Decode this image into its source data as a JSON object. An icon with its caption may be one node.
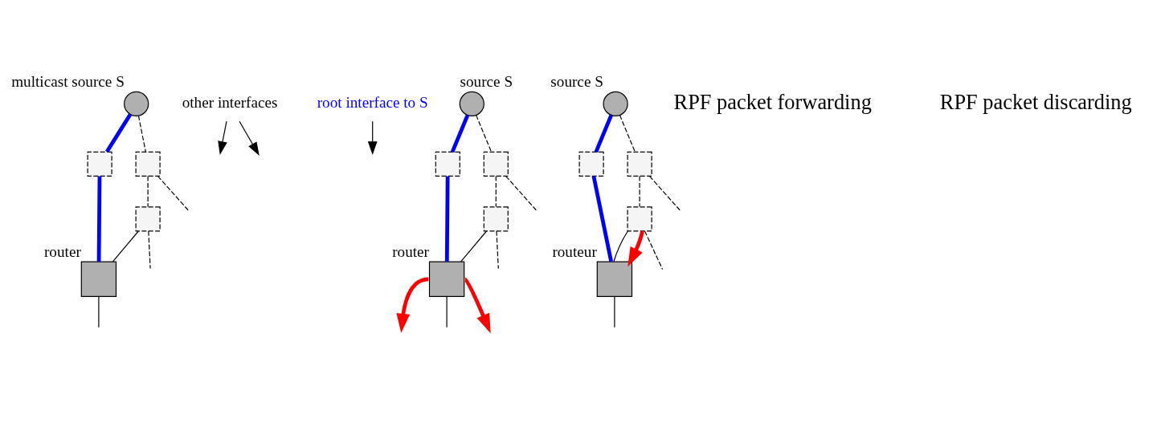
{
  "diagram": {
    "nodes": [
      {
        "text": [],
        "shape": "circle",
        "beside": [
          "multicast source S"
        ]
      },
      {
        "text": [],
        "shape": "box"
      },
      {
        "text": [],
        "shape": "box",
        "beside": [
          "router"
        ]
      },
      {
        "text": [],
        "shape": "box"
      },
      {
        "text": [],
        "shape": "box"
      },
      {
        "text": [
          "other interfaces"
        ]
      },
      {
        "text": [
          "root interface to S"
        ]
      },
      {
        "text": [],
        "shape": "circle",
        "beside": [
          "source S"
        ]
      },
      {
        "text": [],
        "shape": "box"
      },
      {
        "text": [],
        "shape": "box",
        "beside": [
          "router"
        ]
      },
      {
        "text": [],
        "shape": "box"
      },
      {
        "text": [],
        "shape": "box"
      },
      {
        "text": [],
        "shape": "circle",
        "beside": [
          "source S"
        ]
      },
      {
        "text": [],
        "shape": "box"
      },
      {
        "text": [],
        "shape": "box",
        "beside": [
          "routeur"
        ]
      },
      {
        "text": [],
        "shape": "box"
      },
      {
        "text": [],
        "shape": "box"
      }
    ],
    "edges": [
      {
        "from": 0,
        "to": 1,
        "arrow": "none",
        "style": "thick",
        "color": "#0000ff"
      },
      {
        "from": 1,
        "to": 2,
        "arrow": "none",
        "style": "thick",
        "color": "#0000ff"
      },
      {
        "from": 0,
        "to": 3,
        "arrow": "none",
        "style": "dashed"
      },
      {
        "from": 3,
        "to": null,
        "arrow": "none",
        "style": "dashed"
      },
      {
        "from": 3,
        "to": 4,
        "arrow": "none",
        "style": "dashed"
      },
      {
        "from": 4,
        "to": null,
        "arrow": "none",
        "style": "dashed"
      },
      {
        "from": 4,
        "to": 2,
        "arrow": "none"
      },
      {
        "from": 2,
        "to": null,
        "arrow": "none"
      },
      {
        "from": 5,
        "to": null,
        "arrow": "to"
      },
      {
        "from": 5,
        "to": null,
        "arrow": "to"
      },
      {
        "from": 6,
        "to": null,
        "arrow": "to"
      },
      {
        "from": 7,
        "to": 8,
        "arrow": "none",
        "style": "thick",
        "color": "#0000ff"
      },
      {
        "from": 8,
        "to": 9,
        "arrow": "none",
        "style": "thick",
        "color": "#0000ff"
      },
      {
        "from": 7,
        "to": 10,
        "arrow": "none",
        "style": "dashed"
      },
      {
        "from": 10,
        "to": null,
        "arrow": "none",
        "style": "dashed"
      },
      {
        "from": 10,
        "to": 11,
        "arrow": "none",
        "style": "dashed"
      },
      {
        "from": 11,
        "to": null,
        "arrow": "none",
        "style": "dashed"
      },
      {
        "from": 11,
        "to": 9,
        "arrow": "none"
      },
      {
        "from": 9,
        "to": null,
        "arrow": "to",
        "style": "thick",
        "color": "#ff0000"
      },
      {
        "from": 9,
        "to": null,
        "arrow": "to",
        "style": "thick",
        "color": "#ff0000"
      },
      {
        "from": 9,
        "to": null,
        "arrow": "none"
      },
      {
        "from": 12,
        "to": 13,
        "arrow": "none",
        "style": "thick",
        "color": "#0000ff"
      },
      {
        "from": 13,
        "to": 14,
        "arrow": "none",
        "style": "thick",
        "color": "#0000ff"
      },
      {
        "from": 12,
        "to": 15,
        "arrow": "none",
        "style": "dashed"
      },
      {
        "from": 15,
        "to": null,
        "arrow": "none",
        "style": "dashed"
      },
      {
        "from": 15,
        "to": 16,
        "arrow": "none",
        "style": "dashed"
      },
      {
        "from": 16,
        "to": null,
        "arrow": "none",
        "style": "dashed"
      },
      {
        "from": 16,
        "to": 14,
        "arrow": "none"
      },
      {
        "from": 14,
        "to": null,
        "arrow": "none"
      },
      {
        "from": 16,
        "to": 14,
        "arrow": "to",
        "style": "thick",
        "color": "#ff0000"
      }
    ],
    "labels": [
      "RPF packet forwarding",
      "RPF packet discarding"
    ]
  }
}
